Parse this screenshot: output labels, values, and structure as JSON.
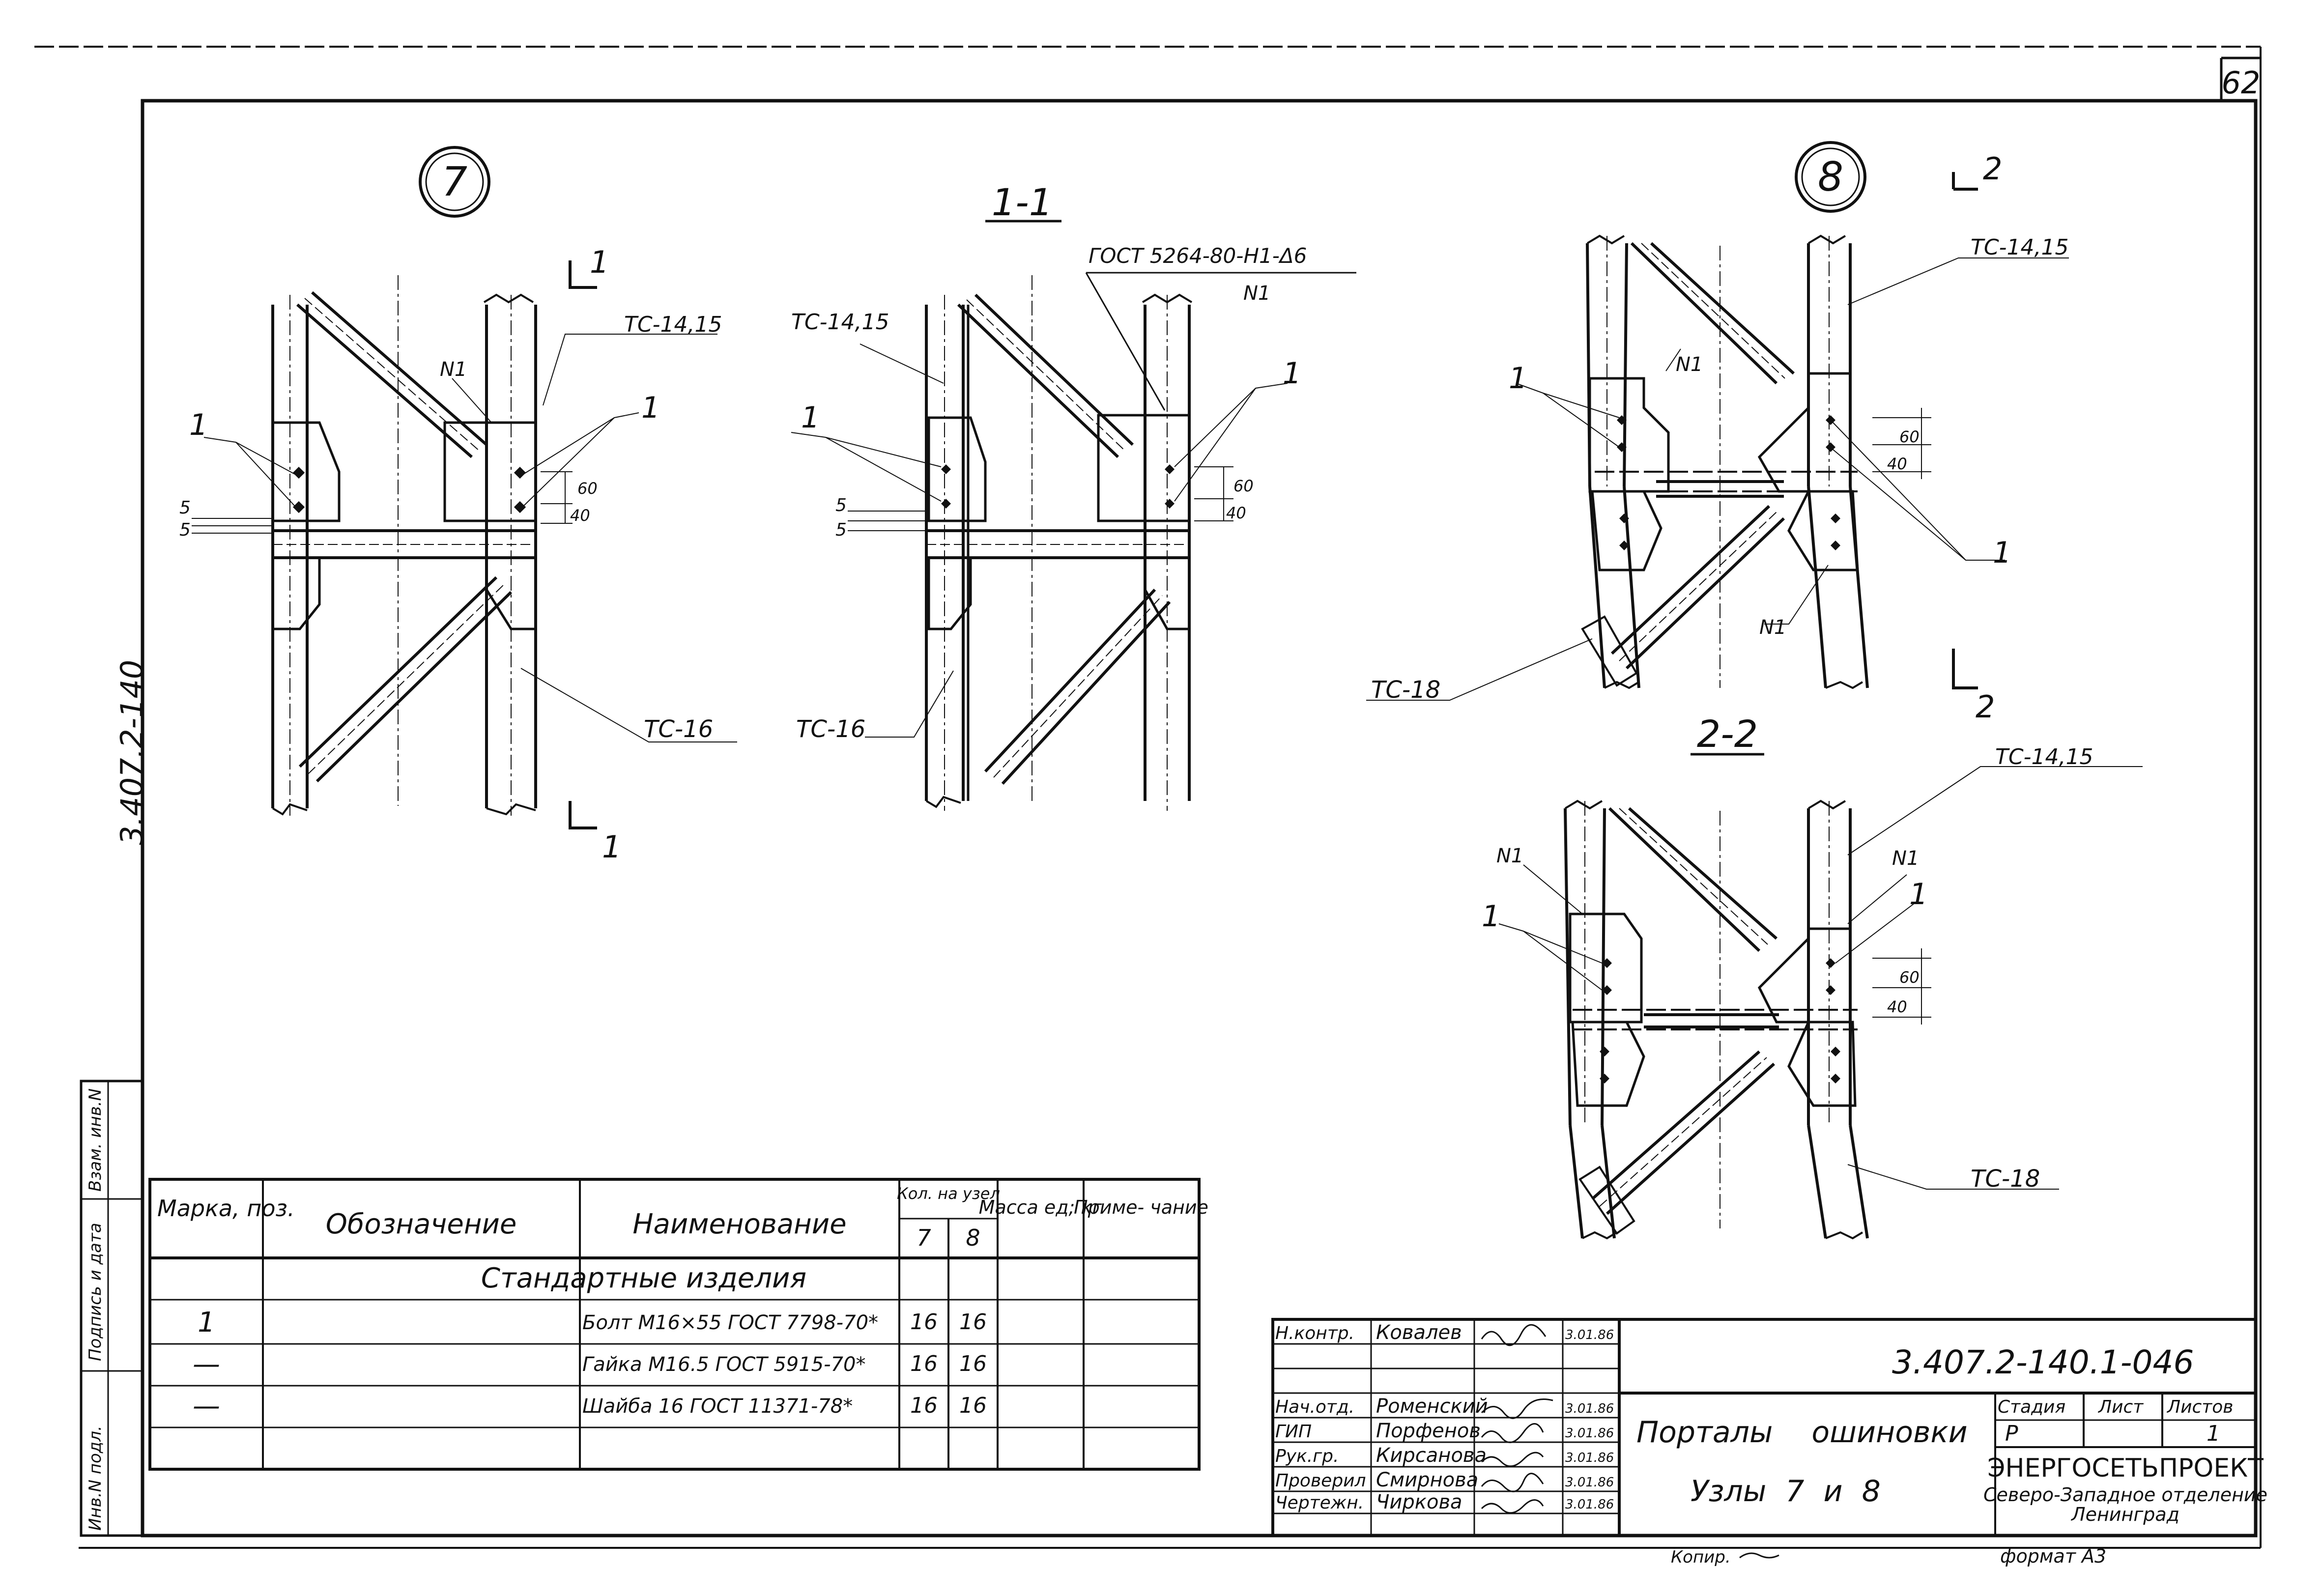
{
  "sheet": {
    "number": "62",
    "side_code": "3.407.2-140"
  },
  "nodes": {
    "node7": "7",
    "node8": "8",
    "sec11": "1-1",
    "sec22": "2-2",
    "cut1": "1",
    "cut2": "2"
  },
  "labels": {
    "tc1415": "ТС-14,15",
    "tc16": "ТС-16",
    "tc18": "ТС-18",
    "n1": "N1",
    "pos1": "1",
    "gost_weld": "ГОСТ 5264-80-Н1-Δ6",
    "weld_n1": "N1",
    "dim_5": "5",
    "dim_40": "40",
    "dim_60": "60"
  },
  "spec": {
    "headers": {
      "mark": "Марка, поз.",
      "designation": "Обозначение",
      "name": "Наименование",
      "qty": "Кол. на узел",
      "qty7": "7",
      "qty8": "8",
      "mass": "Масса ед; кг",
      "note": "Приме- чание"
    },
    "section": "Стандартные изделия",
    "rows": [
      {
        "mark": "1",
        "name": "Болт М16×55 ГОСТ 7798-70*",
        "q7": "16",
        "q8": "16"
      },
      {
        "mark": "—",
        "name": "Гайка М16.5 ГОСТ 5915-70*",
        "q7": "16",
        "q8": "16"
      },
      {
        "mark": "—",
        "name": "Шайба 16 ГОСТ 11371-78*",
        "q7": "16",
        "q8": "16"
      }
    ]
  },
  "left_strip": {
    "inv_orig": "Инв.N подл.",
    "sign_date": "Подпись и дата",
    "inv_repl": "Взам. инв.N"
  },
  "title_block": {
    "code": "3.407.2-140.1-046",
    "roles": [
      {
        "role": "Н.контр.",
        "name": "Ковалев",
        "date": "3.01.86"
      },
      {
        "role": "Нач.отд.",
        "name": "Роменский",
        "date": "3.01.86"
      },
      {
        "role": "ГИП",
        "name": "Порфенов",
        "date": "3.01.86"
      },
      {
        "role": "Рук.гр.",
        "name": "Кирсанова",
        "date": "3.01.86"
      },
      {
        "role": "Проверил",
        "name": "Смирнова",
        "date": "3.01.86"
      },
      {
        "role": "Чертежн.",
        "name": "Чиркова",
        "date": "3.01.86"
      }
    ],
    "title_line1": "Порталы ошиновки",
    "title_line2": "Узлы 7 и 8",
    "stage_label": "Стадия",
    "sheet_label": "Лист",
    "sheets_label": "Листов",
    "stage": "Р",
    "sheet": "1",
    "org_line1": "ЭНЕРГОСЕТЬПРОЕКТ",
    "org_line2": "Северо-Западное отделение",
    "org_line3": "Ленинград",
    "copied": "Копир.",
    "format": "формат А3"
  }
}
